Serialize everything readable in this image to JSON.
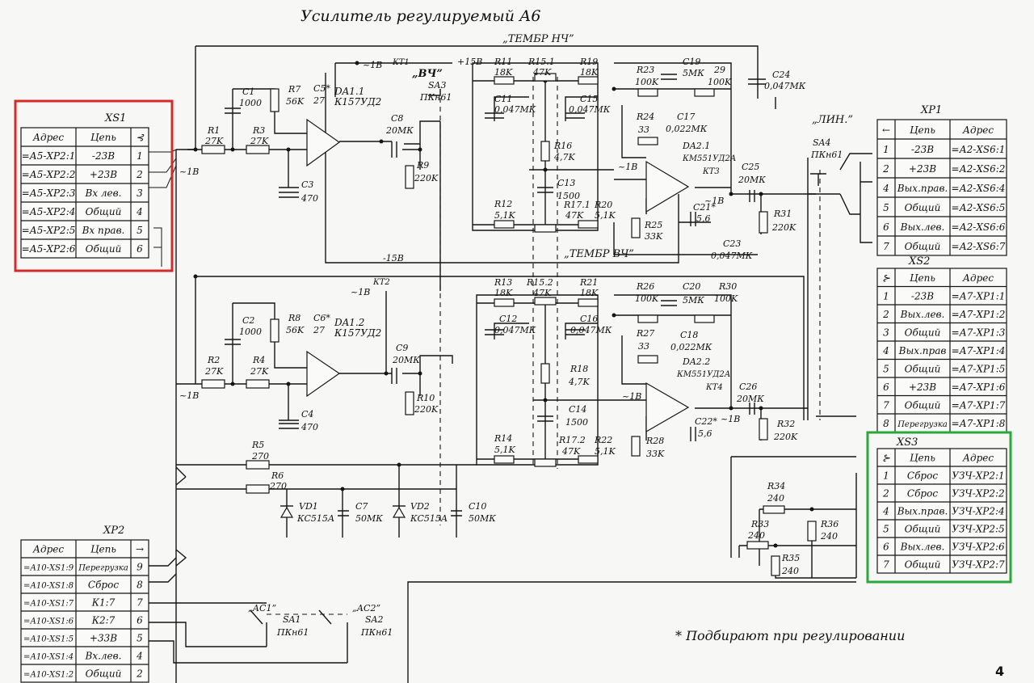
{
  "title": "Усилитель регулируемый А6",
  "page_number": "4",
  "footnote": "* Подбирают при регулировании",
  "labels": {
    "tembr_nch": "„ТЕМБР НЧ”",
    "tembr_vch": "„ТЕМБР ВЧ”",
    "lin": "„ЛИН.”",
    "vch": "„ВЧ”",
    "ac1": "„АС1”",
    "ac2": "„АС2”",
    "plus15": "+15В",
    "minus15": "-15В",
    "minus1b": "~1В"
  },
  "colors": {
    "xs1_highlight": "#d42a2a",
    "xs3_highlight": "#2aa838",
    "ink": "#151515"
  },
  "connectors": {
    "xs1": {
      "name": "XS1",
      "headers": [
        "Адрес",
        "Цепь",
        "⊰"
      ],
      "rows": [
        [
          "=А5-ХР2:1",
          "-23В",
          "1"
        ],
        [
          "=А5-ХР2:2",
          "+23В",
          "2"
        ],
        [
          "=А5-ХР2:3",
          "Вх лев.",
          "3"
        ],
        [
          "=А5-ХР2:4",
          "Общий",
          "4"
        ],
        [
          "=А5-ХР2:5",
          "Вх прав.",
          "5"
        ],
        [
          "=А5-ХР2:6",
          "Общий",
          "6"
        ]
      ]
    },
    "xp1": {
      "name": "ХР1",
      "headers": [
        "←",
        "Цепь",
        "Адрес"
      ],
      "rows": [
        [
          "1",
          "-23В",
          "=А2-XS6:1"
        ],
        [
          "2",
          "+23В",
          "=А2-XS6:2"
        ],
        [
          "4",
          "Вых.прав.",
          "=А2-XS6:4"
        ],
        [
          "5",
          "Общий",
          "=А2-XS6:5"
        ],
        [
          "6",
          "Вых.лев.",
          "=А2-XS6:6"
        ],
        [
          "7",
          "Общий",
          "=А2-XS6:7"
        ]
      ]
    },
    "xs2": {
      "name": "XS2",
      "headers": [
        "⊱",
        "Цепь",
        "Адрес"
      ],
      "rows": [
        [
          "1",
          "-23В",
          "=А7-ХР1:1"
        ],
        [
          "2",
          "Вых.лев.",
          "=А7-ХР1:2"
        ],
        [
          "3",
          "Общий",
          "=А7-ХР1:3"
        ],
        [
          "4",
          "Вых.прав",
          "=А7-ХР1:4"
        ],
        [
          "5",
          "Общий",
          "=А7-ХР1:5"
        ],
        [
          "6",
          "+23В",
          "=А7-ХР1:6"
        ],
        [
          "7",
          "Общий",
          "=А7-ХР1:7"
        ],
        [
          "8",
          "Перегрузка",
          "=А7-ХР1:8"
        ]
      ]
    },
    "xs3": {
      "name": "XS3",
      "headers": [
        "⊱",
        "Цепь",
        "Адрес"
      ],
      "rows": [
        [
          "1",
          "Сброс",
          "УЗЧ-ХР2:1"
        ],
        [
          "2",
          "Сброс",
          "УЗЧ-ХР2:2"
        ],
        [
          "4",
          "Вых.прав.",
          "УЗЧ-ХР2:4"
        ],
        [
          "5",
          "Общий",
          "УЗЧ-ХР2:5"
        ],
        [
          "6",
          "Вых.лев.",
          "УЗЧ-ХР2:6"
        ],
        [
          "7",
          "Общий",
          "УЗЧ-ХР2:7"
        ]
      ]
    },
    "xp2": {
      "name": "ХР2",
      "headers": [
        "Адрес",
        "Цепь",
        "→"
      ],
      "rows": [
        [
          "=А10-XS1:9",
          "Перегрузка",
          "9"
        ],
        [
          "=А10-XS1:8",
          "Сброс",
          "8"
        ],
        [
          "=А10-XS1:7",
          "К1:7",
          "7"
        ],
        [
          "=А10-XS1:6",
          "К2:7",
          "6"
        ],
        [
          "=А10-XS1:5",
          "+33В",
          "5"
        ],
        [
          "=А10-XS1:4",
          "Вх.лев.",
          "4"
        ],
        [
          "=А10-XS1:2",
          "Общий",
          "2"
        ]
      ]
    }
  },
  "components": {
    "r1": [
      "R1",
      "27K"
    ],
    "r3": [
      "R3",
      "27K"
    ],
    "r7": [
      "R7",
      "56K"
    ],
    "c1": [
      "C1",
      "1000"
    ],
    "c3": [
      "C3",
      "470"
    ],
    "c5": [
      "C5*",
      "27"
    ],
    "da11": [
      "DA1.1",
      "К157УД2"
    ],
    "c8": [
      "C8",
      "20МК"
    ],
    "r9": [
      "R9",
      "220K"
    ],
    "sa3": [
      "SA3",
      "ПКн61"
    ],
    "r11": [
      "R11",
      "18K"
    ],
    "r151": [
      "R15.1",
      "47K"
    ],
    "r19": [
      "R19",
      "18K"
    ],
    "c11": [
      "C11",
      "0,047МК"
    ],
    "c15": [
      "C15",
      "0,047МК"
    ],
    "r16": [
      "R16",
      "4,7K"
    ],
    "c13": [
      "C13",
      "1500"
    ],
    "r12": [
      "R12",
      "5,1K"
    ],
    "r171": [
      "R17.1",
      "47K"
    ],
    "r20": [
      "R20",
      "5,1K"
    ],
    "r23": [
      "R23",
      "100K"
    ],
    "c19": [
      "C19",
      "5МК"
    ],
    "r29": [
      "29",
      "100K"
    ],
    "c24": [
      "C24",
      "0,047МК"
    ],
    "r24": [
      "R24",
      "33"
    ],
    "c17": [
      "C17",
      "0,022МК"
    ],
    "da21": [
      "DA2.1",
      "КМ551УД2А"
    ],
    "c21": [
      "C21*",
      "5,6"
    ],
    "r25": [
      "R25",
      "33K"
    ],
    "c23": [
      "C23",
      "0,047МК"
    ],
    "c25": [
      "C25",
      "20МК"
    ],
    "r31": [
      "R31",
      "220K"
    ],
    "sa4": [
      "SA4",
      "ПКн61"
    ],
    "r2": [
      "R2",
      "27K"
    ],
    "r4": [
      "R4",
      "27K"
    ],
    "r8": [
      "R8",
      "56K"
    ],
    "c2": [
      "C2",
      "1000"
    ],
    "c4": [
      "C4",
      "470"
    ],
    "c6": [
      "C6*",
      "27"
    ],
    "da12": [
      "DA1.2",
      "К157УД2"
    ],
    "c9": [
      "C9",
      "20МК"
    ],
    "r10": [
      "R10",
      "220K"
    ],
    "r13": [
      "R13",
      "18K"
    ],
    "r152": [
      "R15.2",
      "47K"
    ],
    "r21": [
      "R21",
      "18K"
    ],
    "c12": [
      "C12",
      "0,047МК"
    ],
    "c16": [
      "C16",
      "0,047МК"
    ],
    "r18": [
      "R18",
      "4,7K"
    ],
    "c14": [
      "C14",
      "1500"
    ],
    "r14": [
      "R14",
      "5,1K"
    ],
    "r172": [
      "R17.2",
      "47K"
    ],
    "r22": [
      "R22",
      "5,1K"
    ],
    "r26": [
      "R26",
      "100K"
    ],
    "c20": [
      "C20",
      "5МК"
    ],
    "r30": [
      "R30",
      "100K"
    ],
    "r27": [
      "R27",
      "33"
    ],
    "c18": [
      "C18",
      "0,022МК"
    ],
    "da22": [
      "DA2.2",
      "КМ551УД2А"
    ],
    "c22": [
      "C22*",
      "5,6"
    ],
    "r28": [
      "R28",
      "33K"
    ],
    "c26": [
      "C26",
      "20МК"
    ],
    "r32": [
      "R32",
      "220K"
    ],
    "r5": [
      "R5",
      "270"
    ],
    "r6": [
      "R6",
      "270"
    ],
    "vd1": [
      "VD1",
      "КС515А"
    ],
    "c7": [
      "C7",
      "50МК"
    ],
    "vd2": [
      "VD2",
      "КС515А"
    ],
    "c10": [
      "C10",
      "50МК"
    ],
    "r33": [
      "R33",
      "240"
    ],
    "r34": [
      "R34",
      "240"
    ],
    "r35": [
      "R35",
      "240"
    ],
    "r36": [
      "R36",
      "240"
    ],
    "sa1": [
      "SA1",
      "ПКн61"
    ],
    "sa2": [
      "SA2",
      "ПКн61"
    ]
  },
  "testpoints": [
    "КТ1",
    "КТ2",
    "КТ3",
    "КТ4"
  ]
}
